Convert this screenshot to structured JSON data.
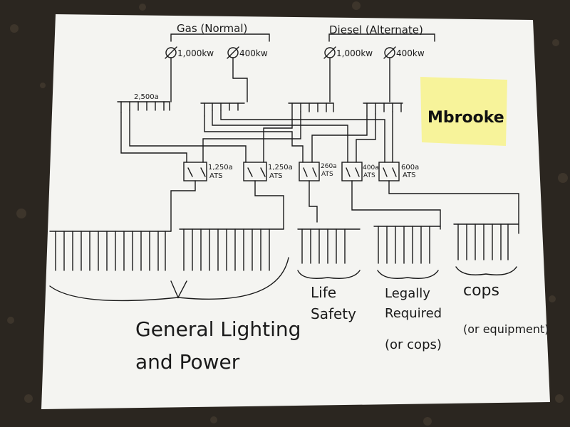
{
  "colors": {
    "countertop": "#2b2620",
    "paper": "#f4f4f1",
    "ink": "#1a1a1a",
    "sticky": "#f7f39a"
  },
  "sources": {
    "gas_label": "Gas (Normal)",
    "diesel_label": "Diesel (Alternate)",
    "generators": [
      {
        "id": "gas-1",
        "rating": "1,000kw"
      },
      {
        "id": "gas-2",
        "rating": "400kw"
      },
      {
        "id": "diesel-1",
        "rating": "1,000kw"
      },
      {
        "id": "diesel-2",
        "rating": "400kw"
      }
    ]
  },
  "switchgear": {
    "main_rating": "2,500a"
  },
  "ats": [
    {
      "rating": "1,250a",
      "label": "ATS"
    },
    {
      "rating": "1,250a",
      "label": "ATS"
    },
    {
      "rating": "260a",
      "label": "ATS"
    },
    {
      "rating": "400a",
      "label": "ATS"
    },
    {
      "rating": "600a",
      "label": "ATS"
    }
  ],
  "loads": {
    "general_line1": "General Lighting",
    "general_line2": "and Power",
    "life_line1": "Life",
    "life_line2": "Safety",
    "legal_line1": "Legally",
    "legal_line2": "Required",
    "legal_line3": "(or cops)",
    "cops_line1": "cops",
    "cops_line2": "(or equipment)"
  },
  "sticky_note": {
    "text": "Mbrooke"
  }
}
